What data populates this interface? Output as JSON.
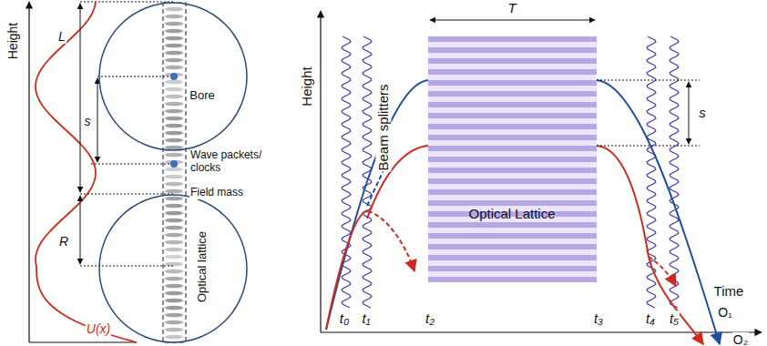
{
  "diagram": {
    "nodes": [
      {
        "text": [
          "Bore"
        ]
      },
      {
        "text": [
          "Optical lattice"
        ]
      },
      {
        "text": [
          "Optical Lattice"
        ]
      }
    ],
    "labels": [
      "Height",
      "L",
      "s",
      "R",
      "Wave packets/ clocks",
      "Field mass",
      "U(x)",
      "T",
      "Height",
      "Beam splitters",
      "s",
      "O₁",
      "O₂",
      "Time",
      "t₀",
      "t₁",
      "t₂",
      "t₃",
      "t₄",
      "t₅"
    ]
  }
}
